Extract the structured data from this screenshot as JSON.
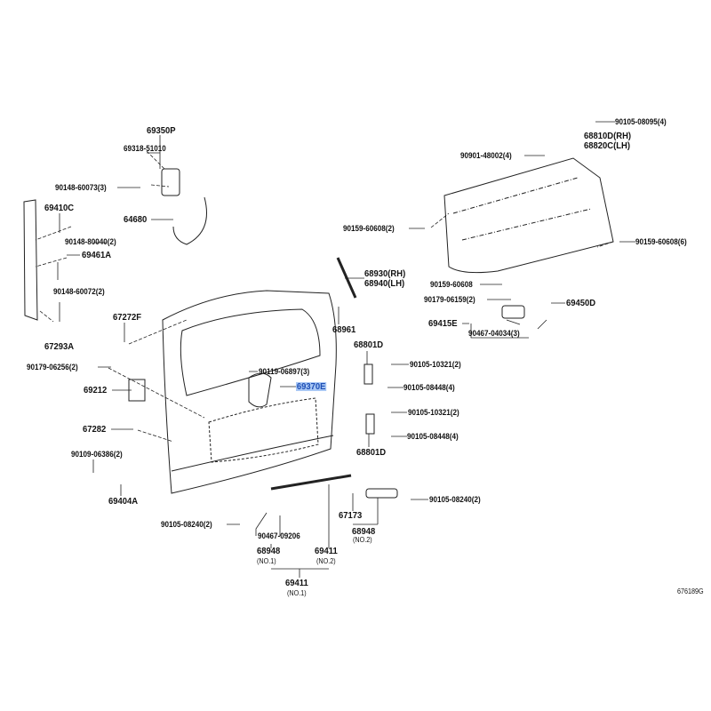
{
  "parts": {
    "p69350P": "69350P",
    "p69318": "69318-51010",
    "p90148_60073": "90148-60073(3)",
    "p64680": "64680",
    "p69410C": "69410C",
    "p90148_80040": "90148-80040(2)",
    "p69461A": "69461A",
    "p90148_60072": "90148-60072(2)",
    "p67293A": "67293A",
    "p67272F": "67272F",
    "p90179_06256": "90179-06256(2)",
    "p69212": "69212",
    "p67282": "67282",
    "p90109_06386": "90109-06386(2)",
    "p69404A": "69404A",
    "p90105_08240_l": "90105-08240(2)",
    "p90467_09206": "90467-09206",
    "p68948_1": "68948",
    "p68948_1_sub": "(NO.1)",
    "p69411_2": "69411",
    "p69411_2_sub": "(NO.2)",
    "p69411_1": "69411",
    "p69411_1_sub": "(NO.1)",
    "p90119_06897": "90119-06897(3)",
    "p69370E": "69370E",
    "p68930": "68930(RH)",
    "p68940": "68940(LH)",
    "p68961": "68961",
    "p68801D_a": "68801D",
    "p90105_10321_a": "90105-10321(2)",
    "p90105_08448_a": "90105-08448(4)",
    "p90105_10321_b": "90105-10321(2)",
    "p90105_08448_b": "90105-08448(4)",
    "p68801D_b": "68801D",
    "p67173": "67173",
    "p68948_2": "68948",
    "p68948_2_sub": "(NO.2)",
    "p90105_08240_r": "90105-08240(2)",
    "p90105_08095": "90105-08095(4)",
    "p68810D": "68810D(RH)",
    "p68820C": "68820C(LH)",
    "p90901_48002": "90901-48002(4)",
    "p90159_60608_2": "90159-60608(2)",
    "p90159_60608_6": "90159-60608(6)",
    "p90159_60608": "90159-60608",
    "p90179_06159": "90179-06159(2)",
    "p69450D": "69450D",
    "p69415E": "69415E",
    "p90467_04034": "90467-04034(3)"
  },
  "diagram_id": "676189G",
  "highlight_color": "#a9c8f5"
}
